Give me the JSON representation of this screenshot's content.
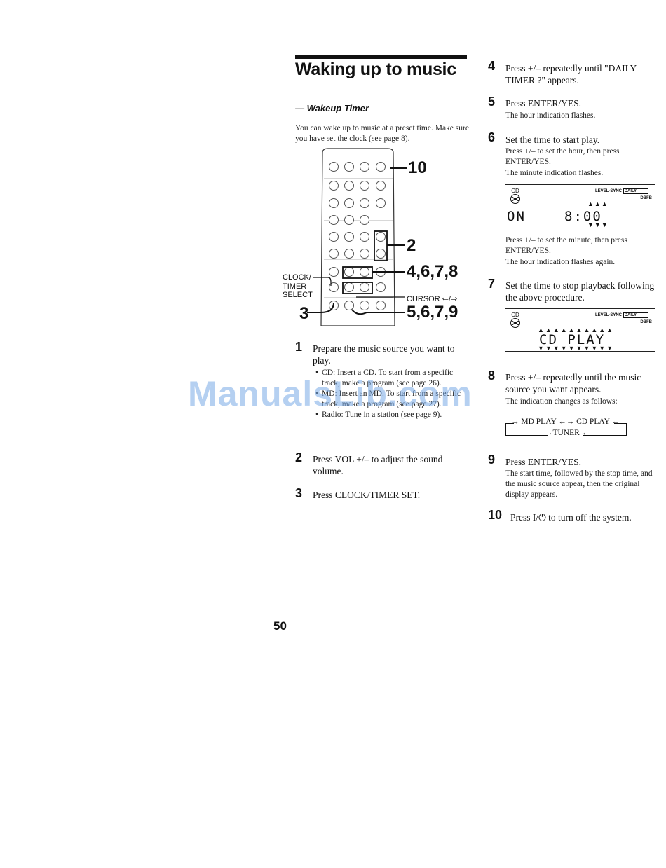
{
  "header": {
    "title": "Waking up to music",
    "subtitle": "— Wakeup Timer",
    "intro": "You can wake up to music at a preset time. Make sure you have set the clock (see page 8)."
  },
  "remote_labels": {
    "label_10": "10",
    "label_2": "2",
    "label_4678": "4,6,7,8",
    "label_5679": "5,6,7,9",
    "label_3": "3",
    "clock_timer_select": [
      "CLOCK/",
      "TIMER",
      "SELECT"
    ],
    "cursor": "CURSOR"
  },
  "steps_left": [
    {
      "num": "1",
      "text": "Prepare the music source you want to play.",
      "bullets": [
        "CD: Insert a CD. To start from a specific track, make a program (see page 26).",
        "MD: Insert an MD. To start from a specific track, make a program (see page 27).",
        "Radio: Tune in a station (see page 9)."
      ]
    },
    {
      "num": "2",
      "text": "Press VOL +/– to adjust the sound volume."
    },
    {
      "num": "3",
      "text": "Press CLOCK/TIMER SET."
    }
  ],
  "steps_right": [
    {
      "num": "4",
      "text": "Press +/– repeatedly until \"DAILY TIMER ?\" appears."
    },
    {
      "num": "5",
      "text": "Press ENTER/YES.",
      "sub": "The hour indication flashes."
    },
    {
      "num": "6",
      "text": "Set the time to start play.",
      "sub": "Press +/– to set the hour, then press ENTER/YES.",
      "sub2": "The minute indication flashes.",
      "after1": "Press +/– to set the minute, then press ENTER/YES.",
      "after2": "The hour indication flashes again."
    },
    {
      "num": "7",
      "text": "Set the time to stop playback following the above procedure."
    },
    {
      "num": "8",
      "text": "Press +/– repeatedly until the music source you want appears.",
      "sub": "The indication changes as follows:"
    },
    {
      "num": "9",
      "text": "Press ENTER/YES.",
      "sub": "The start time, followed by the stop time, and the music source appear, then the original display appears."
    },
    {
      "num": "10",
      "text": "Press I/⏻ to turn off the system."
    }
  ],
  "display1": {
    "cd": "CD",
    "level_sync": "LEVEL-SYNC",
    "daily": "DAILY",
    "dbfb": "DBFB",
    "left": "ON",
    "time": "8:00"
  },
  "display2": {
    "cd": "CD",
    "level_sync": "LEVEL-SYNC",
    "daily": "DAILY",
    "dbfb": "DBFB",
    "text": "CD PLAY"
  },
  "cycle": {
    "md": "MD PLAY",
    "cd": "CD PLAY",
    "tuner": "TUNER"
  },
  "watermark": "ManualsLib.com",
  "page_number": "50"
}
